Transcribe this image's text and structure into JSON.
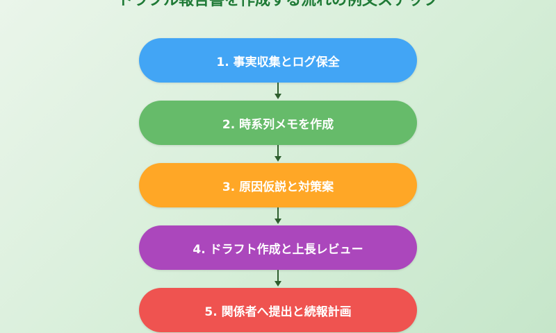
{
  "title": "トラブル報告書を作成する流れの例文ステップ",
  "steps": [
    {
      "label": "1. 事実収集とログ保全",
      "color": "#42a5f5"
    },
    {
      "label": "2. 時系列メモを作成",
      "color": "#66bb6a"
    },
    {
      "label": "3. 原因仮説と対策案",
      "color": "#ffa726"
    },
    {
      "label": "4. ドラフト作成と上長レビュー",
      "color": "#ab47bc"
    },
    {
      "label": "5. 関係者へ提出と続報計画",
      "color": "#ef5350"
    }
  ]
}
